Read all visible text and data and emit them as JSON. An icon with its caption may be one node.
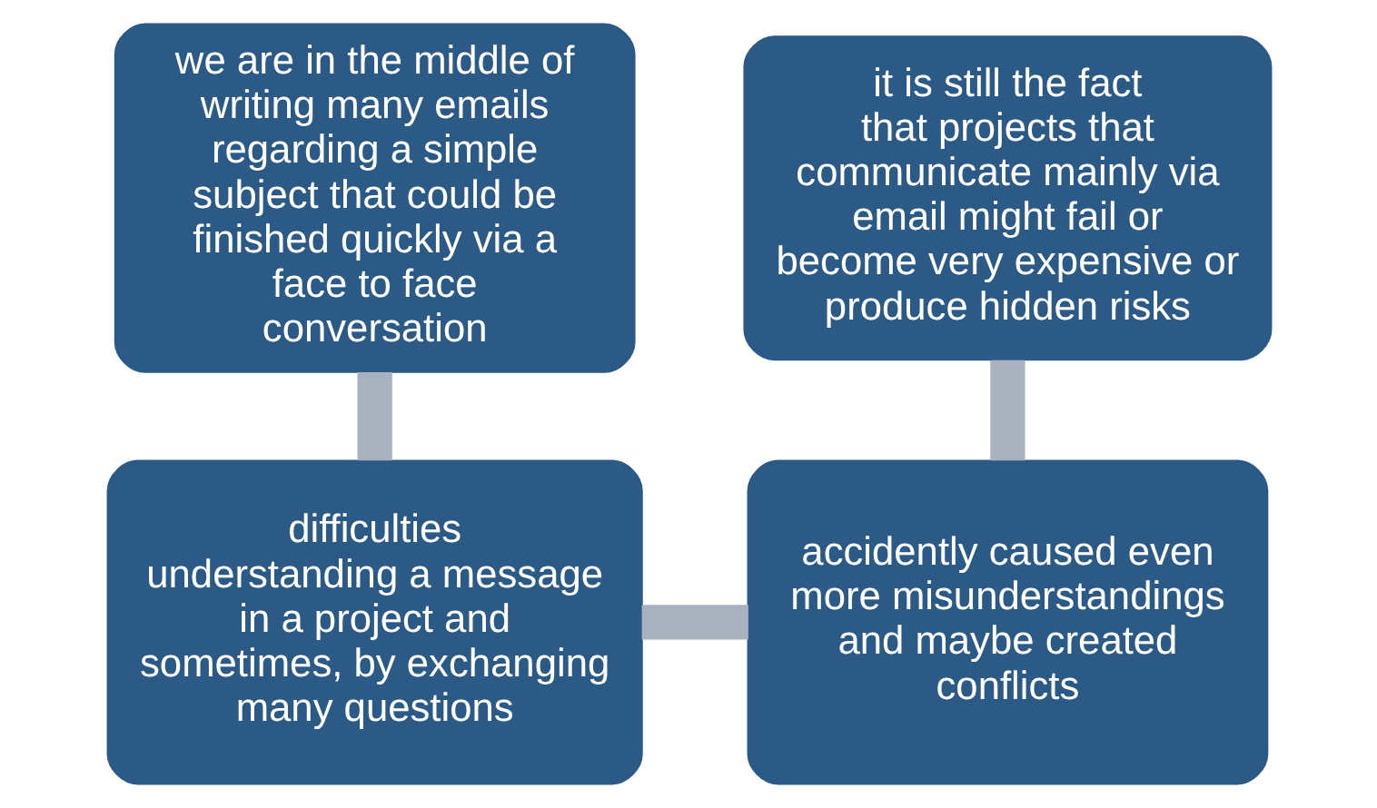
{
  "diagram": {
    "nodes": [
      {
        "text": [
          "we are in the middle of writing many emails regarding a simple subject that could be finished quickly via a face to face conversation"
        ]
      },
      {
        "text": [
          "it is still the fact that projects that communicate mainly via email might fail or become very expensive or produce hidden risks"
        ]
      },
      {
        "text": [
          "difficulties understanding a message in a project and sometimes, by exchanging many questions"
        ]
      },
      {
        "text": [
          "accidently caused even more misunderstandings and maybe created conflicts"
        ]
      }
    ],
    "edges": [
      {
        "from": 0,
        "to": 2,
        "arrow": "none"
      },
      {
        "from": 2,
        "to": 3,
        "arrow": "none"
      },
      {
        "from": 3,
        "to": 1,
        "arrow": "none"
      }
    ]
  }
}
